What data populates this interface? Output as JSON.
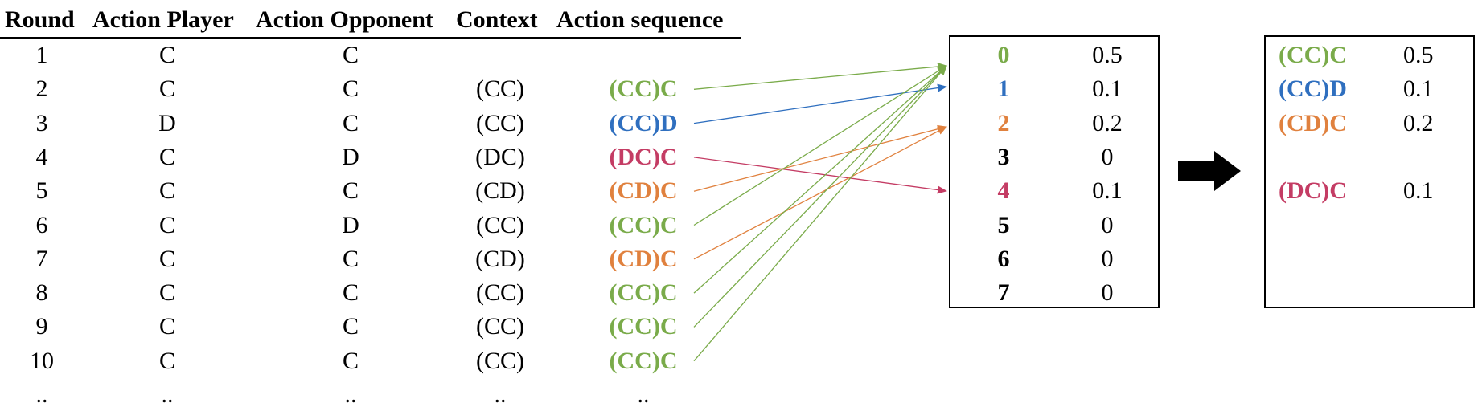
{
  "table": {
    "headers": [
      "Round",
      "Action Player",
      "Action Opponent",
      "Context",
      "Action sequence"
    ],
    "rows": [
      {
        "round": "1",
        "player": "C",
        "opponent": "C",
        "context": "",
        "sequence": "",
        "seq_color": "#000000"
      },
      {
        "round": "2",
        "player": "C",
        "opponent": "C",
        "context": "(CC)",
        "sequence": "(CC)C",
        "seq_color": "#7aab4a"
      },
      {
        "round": "3",
        "player": "D",
        "opponent": "C",
        "context": "(CC)",
        "sequence": "(CC)D",
        "seq_color": "#2f6fbf"
      },
      {
        "round": "4",
        "player": "C",
        "opponent": "D",
        "context": "(DC)",
        "sequence": "(DC)C",
        "seq_color": "#c43c64"
      },
      {
        "round": "5",
        "player": "C",
        "opponent": "C",
        "context": "(CD)",
        "sequence": "(CD)C",
        "seq_color": "#e0813e"
      },
      {
        "round": "6",
        "player": "C",
        "opponent": "D",
        "context": "(CC)",
        "sequence": "(CC)C",
        "seq_color": "#7aab4a"
      },
      {
        "round": "7",
        "player": "C",
        "opponent": "C",
        "context": "(CD)",
        "sequence": "(CD)C",
        "seq_color": "#e0813e"
      },
      {
        "round": "8",
        "player": "C",
        "opponent": "C",
        "context": "(CC)",
        "sequence": "(CC)C",
        "seq_color": "#7aab4a"
      },
      {
        "round": "9",
        "player": "C",
        "opponent": "C",
        "context": "(CC)",
        "sequence": "(CC)C",
        "seq_color": "#7aab4a"
      },
      {
        "round": "10",
        "player": "C",
        "opponent": "C",
        "context": "(CC)",
        "sequence": "(CC)C",
        "seq_color": "#7aab4a"
      },
      {
        "round": "..",
        "player": "..",
        "opponent": "..",
        "context": "..",
        "sequence": "..",
        "seq_color": "#000000"
      }
    ]
  },
  "bins": [
    {
      "index": "0",
      "value": "0.5",
      "color": "#7aab4a"
    },
    {
      "index": "1",
      "value": "0.1",
      "color": "#2f6fbf"
    },
    {
      "index": "2",
      "value": "0.2",
      "color": "#e0813e"
    },
    {
      "index": "3",
      "value": "0",
      "color": "#000000"
    },
    {
      "index": "4",
      "value": "0.1",
      "color": "#c43c64"
    },
    {
      "index": "5",
      "value": "0",
      "color": "#000000"
    },
    {
      "index": "6",
      "value": "0",
      "color": "#000000"
    },
    {
      "index": "7",
      "value": "0",
      "color": "#000000"
    }
  ],
  "result": [
    {
      "label": "(CC)C",
      "value": "0.5",
      "color": "#7aab4a"
    },
    {
      "label": "(CC)D",
      "value": "0.1",
      "color": "#2f6fbf"
    },
    {
      "label": "(CD)C",
      "value": "0.2",
      "color": "#e0813e"
    },
    {
      "label": "",
      "value": "",
      "color": "#000000"
    },
    {
      "label": "(DC)C",
      "value": "0.1",
      "color": "#c43c64"
    }
  ],
  "mappings": [
    {
      "row": 2,
      "bin": 0,
      "color": "#7aab4a"
    },
    {
      "row": 3,
      "bin": 1,
      "color": "#2f6fbf"
    },
    {
      "row": 4,
      "bin": 4,
      "color": "#c43c64"
    },
    {
      "row": 5,
      "bin": 2,
      "color": "#e0813e"
    },
    {
      "row": 6,
      "bin": 0,
      "color": "#7aab4a"
    },
    {
      "row": 7,
      "bin": 2,
      "color": "#e0813e"
    },
    {
      "row": 8,
      "bin": 0,
      "color": "#7aab4a"
    },
    {
      "row": 9,
      "bin": 0,
      "color": "#7aab4a"
    },
    {
      "row": 10,
      "bin": 0,
      "color": "#7aab4a"
    }
  ]
}
